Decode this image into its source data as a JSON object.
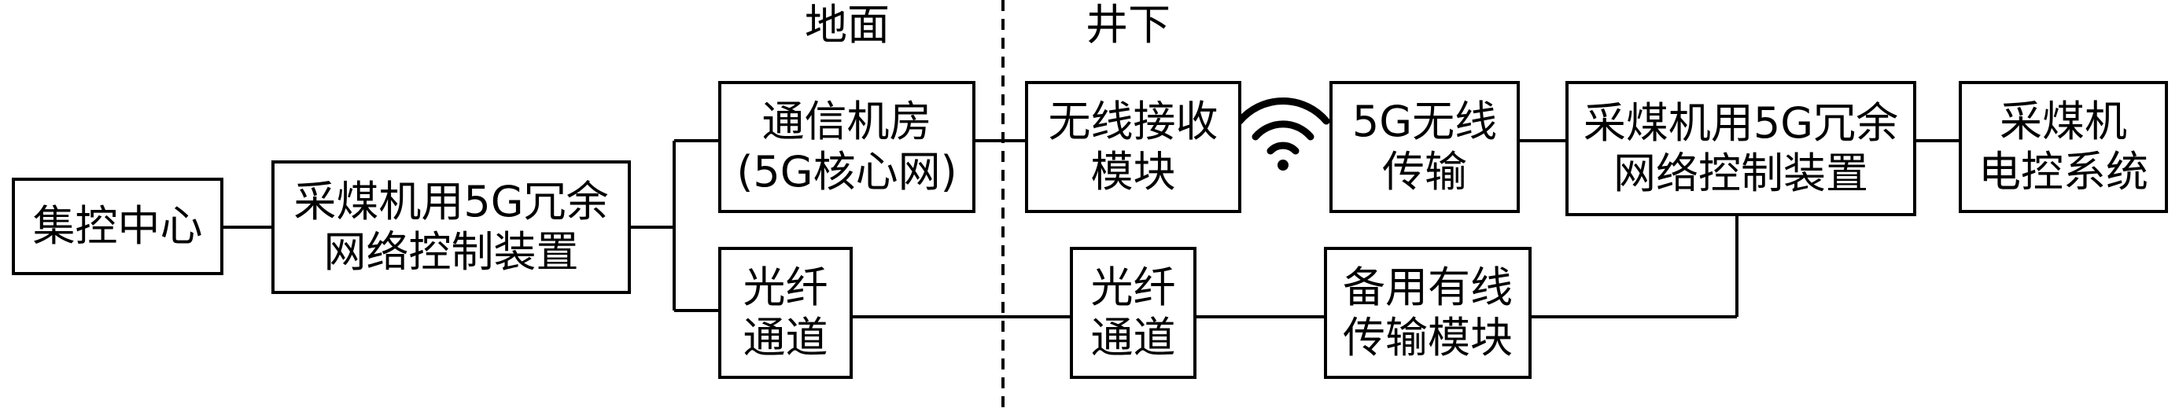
{
  "zones": {
    "surface": "地面",
    "underground": "井下"
  },
  "boxes": {
    "control_center": [
      "集控中心"
    ],
    "surface_controller": [
      "采煤机用5G冗余",
      "网络控制装置"
    ],
    "comm_room": [
      "通信机房",
      "(5G核心网)"
    ],
    "fiber_surface": [
      "光纤",
      "通道"
    ],
    "wireless_receiver": [
      "无线接收",
      "模块"
    ],
    "wireless_5g": [
      "5G无线",
      "传输"
    ],
    "fiber_underground": [
      "光纤",
      "通道"
    ],
    "backup_wired": [
      "备用有线",
      "传输模块"
    ],
    "underground_controller": [
      "采煤机用5G冗余",
      "网络控制装置"
    ],
    "shearer_system": [
      "采煤机",
      "电控系统"
    ]
  },
  "icons": {
    "wireless": "wifi-icon"
  }
}
